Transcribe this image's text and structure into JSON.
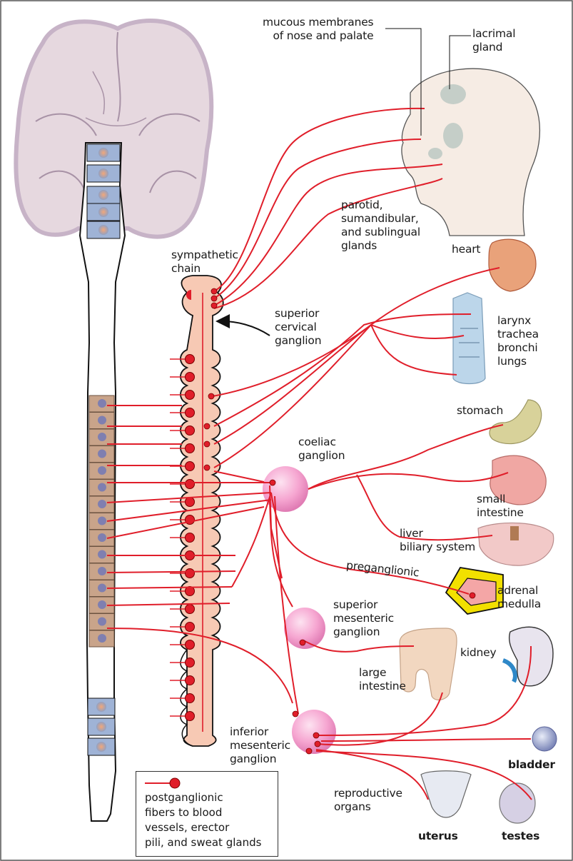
{
  "labels": {
    "mucous": "mucous membranes\nof nose and palate",
    "lacrimal": "lacrimal\ngland",
    "parotid": "parotid,\nsumandibular,\nand sublingual\nglands",
    "sympathetic_chain": "sympathetic\nchain",
    "heart": "heart",
    "superior_cervical": "superior\ncervical\nganglion",
    "larynx": "larynx\ntrachea\nbronchi\nlungs",
    "stomach": "stomach",
    "coeliac": "coeliac\nganglion",
    "small_intestine": "small\nintestine",
    "liver": "liver\nbiliary system",
    "preganglionic": "preganglionic",
    "adrenal": "adrenal\nmedulla",
    "superior_mesenteric": "superior\nmesenteric\nganglion",
    "kidney": "kidney",
    "large_intestine": "large\nintestine",
    "inferior_mesenteric": "inferior\nmesenteric\nganglion",
    "bladder": "bladder",
    "reproductive": "reproductive\norgans",
    "uterus": "uterus",
    "testes": "testes"
  },
  "legend": {
    "text": "postganglionic\nfibers to blood\nvessels, erector\npili, and sweat glands"
  },
  "colors": {
    "nerve": "#e01e2a",
    "chain_fill": "#f7c9b4",
    "ganglion_fill": "#f39ccc",
    "brain_fill": "#e6d8df",
    "cord_segment": "#c9a48a",
    "adrenal_yellow": "#f2e000"
  }
}
